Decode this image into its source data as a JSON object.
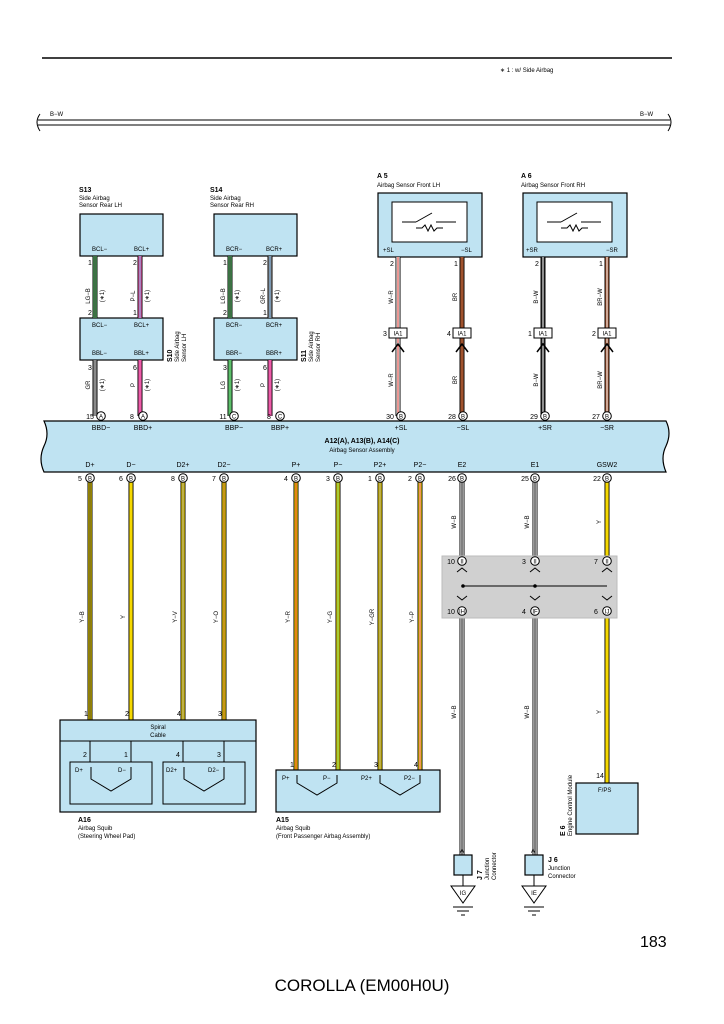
{
  "header": {
    "note": "∗ 1 : w/ Side Airbag",
    "bus_left": "B−W",
    "bus_right": "B−W"
  },
  "components": {
    "s13": {
      "id": "S13",
      "line1": "Side Airbag",
      "line2": "Sensor Rear LH",
      "pins": [
        "BCL−",
        "BCL+"
      ]
    },
    "s14": {
      "id": "S14",
      "line1": "Side Airbag",
      "line2": "Sensor Rear RH",
      "pins": [
        "BCR−",
        "BCR+"
      ]
    },
    "a5": {
      "id": "A 5",
      "name": "Airbag Sensor Front LH",
      "pins": [
        "+SL",
        "−SL"
      ]
    },
    "a6": {
      "id": "A 6",
      "name": "Airbag Sensor Front RH",
      "pins": [
        "+SR",
        "−SR"
      ]
    },
    "s10": {
      "id": "S10",
      "line1": "Side Airbag",
      "line2": "Sensor LH",
      "pins_top": [
        "BCL−",
        "BCL+"
      ],
      "pins_bottom": [
        "BBL−",
        "BBL+"
      ]
    },
    "s11": {
      "id": "S11",
      "line1": "Side Airbag",
      "line2": "Sensor RH",
      "pins_top": [
        "BCR−",
        "BCR+"
      ],
      "pins_bottom": [
        "BBR−",
        "BBR+"
      ]
    },
    "assembly": {
      "id": "A12(A), A13(B), A14(C)",
      "name": "Airbag Sensor Assembly",
      "top_pins": [
        "BBD−",
        "BBD+",
        "BBP−",
        "BBP+",
        "+SL",
        "−SL",
        "+SR",
        "−SR"
      ],
      "bottom_pins": [
        "D+",
        "D−",
        "D2+",
        "D2−",
        "P+",
        "P−",
        "P2+",
        "P2−",
        "E2",
        "E1",
        "GSW2"
      ]
    },
    "a16": {
      "id": "A16",
      "line1": "Airbag Squib",
      "line2": "(Steering Wheel Pad)",
      "spiral1": "Spiral",
      "spiral2": "Cable",
      "pins": [
        "D+",
        "D−",
        "D2+",
        "D2−"
      ]
    },
    "a15": {
      "id": "A15",
      "line1": "Airbag Squib",
      "line2": "(Front Passenger Airbag Assembly)",
      "pins": [
        "P+",
        "P−",
        "P2+",
        "P2−"
      ]
    },
    "e6": {
      "id": "E 6",
      "name": "Engine Control Module",
      "pin": "F/PS"
    },
    "j7": {
      "id": "J 7",
      "line1": "Junction",
      "line2": "Connector"
    },
    "j6": {
      "id": "J 6",
      "line1": "Junction",
      "line2": "Connector"
    }
  },
  "wires": {
    "upper": [
      "LG−B",
      "P−L",
      "LG−B",
      "GR−L",
      "W−R",
      "BR",
      "B−W",
      "BR−W"
    ],
    "lower": [
      "GR",
      "P",
      "LG",
      "P",
      "W−R",
      "BR",
      "B−W",
      "BR−W"
    ],
    "squib": [
      "Y−B",
      "Y",
      "Y−V",
      "Y−O",
      "Y−R",
      "Y−G",
      "Y−GR",
      "Y−P"
    ],
    "ground": [
      "W−B",
      "W−B",
      "Y"
    ],
    "note_mark": "(∗1)"
  },
  "connectors": {
    "ia1": "IA1",
    "ii": "II",
    "if": "IF",
    "ih": "IH",
    "ij": "IJ",
    "ig": "IG",
    "ie": "IE",
    "a_label": "A"
  },
  "pin_numbers": {
    "s13": [
      "1",
      "2"
    ],
    "s10_top": [
      "2",
      "1"
    ],
    "s10_bot": [
      "3",
      "6"
    ],
    "s14": [
      "1",
      "2"
    ],
    "s11_top": [
      "2",
      "1"
    ],
    "s11_bot": [
      "3",
      "6"
    ],
    "a5": [
      "2",
      "1"
    ],
    "ia1": [
      "3",
      "4",
      "1",
      "2"
    ],
    "a6": [
      "2",
      "1"
    ],
    "assy_top": [
      "15",
      "8",
      "11",
      "8",
      "30",
      "28",
      "29",
      "27"
    ],
    "assy_top_conn": [
      "A",
      "A",
      "C",
      "C",
      "B",
      "B",
      "B",
      "B"
    ],
    "assy_bot": [
      "5",
      "6",
      "8",
      "7",
      "4",
      "3",
      "1",
      "2",
      "26",
      "25",
      "22"
    ],
    "jc_top": [
      "10",
      "3",
      "7"
    ],
    "jc_bot": [
      "10",
      "4",
      "6"
    ],
    "a16_top": [
      "1",
      "2",
      "4",
      "3"
    ],
    "a16_inner": [
      "2",
      "1",
      "4",
      "3"
    ],
    "a15": [
      "1",
      "2",
      "3",
      "4"
    ],
    "e6": "14"
  },
  "colors": {
    "box": "#bfe3f2",
    "yellow": "#f5d800",
    "green": "#5cbf6a",
    "pink": "#ee5aa8",
    "brown": "#a0522d",
    "gray": "#8a8a8a",
    "red": "#d9302a",
    "blue": "#6fa8dc",
    "black": "#222222",
    "white": "#ffffff"
  },
  "page_number": "183",
  "footer": "COROLLA (EM00H0U)"
}
